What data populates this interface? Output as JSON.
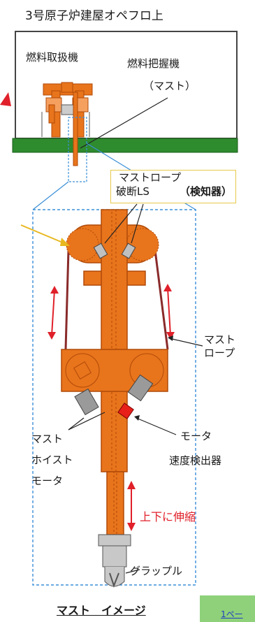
{
  "title": "3号原子炉建屋オペフロ上",
  "labels": {
    "fuel_handling_machine": "燃料取扱機",
    "fuel_grip_machine": "燃料把握機",
    "mast_paren": "（マスト）",
    "mast_rope_ls_line1": "マストロープ",
    "mast_rope_ls_line2": "破断LS",
    "detector": "（検知器）",
    "mast_rope_line1": "マスト",
    "mast_rope_line2": "ロープ",
    "hoist_line1": "マスト",
    "hoist_line2": "ホイスト",
    "hoist_line3": "モータ",
    "motor": "モータ",
    "speed_detector": "速度検出器",
    "extend_retract": "上下に伸縮",
    "grapple": "グラップル",
    "caption": "マスト　イメージ",
    "page_link": "1ペー"
  },
  "colors": {
    "orange": "#e8741c",
    "orange_dark": "#b04a08",
    "rope": "#8a2a2a",
    "red_arrow": "#e0202a",
    "floor_green": "#2e8b2e",
    "dashed_blue": "#3a8fd8",
    "callout_yellow": "#e8c84a",
    "detector_gray": "#c0c0c0",
    "speed_red": "#e8201a",
    "grapple_gray": "#c8c8c8"
  },
  "icons": [
    "callout-arrow-icon",
    "red-pointer-arrow-icon",
    "double-arrow-icon"
  ]
}
